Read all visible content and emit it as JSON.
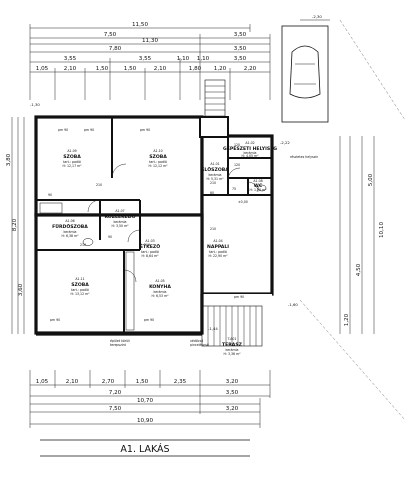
{
  "title": "A1. LAKÁS",
  "rooms": [
    {
      "num": "A1.09",
      "name": "SZOBA",
      "l1": "tart.: padló",
      "l2": "H: 12,17 m²"
    },
    {
      "num": "A1.10",
      "name": "SZOBA",
      "l1": "tart.: padló",
      "l2": "H: 12,12 m²"
    },
    {
      "num": "A1.06",
      "name": "FÜRDŐSZOBA",
      "l1": "kerámia",
      "l2": "H: 6,38 m²"
    },
    {
      "num": "A1.07",
      "name": "KÖZLEKEDŐ",
      "l1": "kerámia",
      "l2": "H: 3,50 m²"
    },
    {
      "num": "A1.11",
      "name": "SZOBA",
      "l1": "tart.: padló",
      "l2": "H: 13,12 m²"
    },
    {
      "num": "A1.03",
      "name": "ÉTKEZŐ",
      "l1": "tart.: padló",
      "l2": "H: 8,64 m²"
    },
    {
      "num": "A1.04",
      "name": "NAPPALI",
      "l1": "tart.: padló",
      "l2": "H: 22,90 m²"
    },
    {
      "num": "A1.05",
      "name": "KONYHA",
      "l1": "kerámia",
      "l2": "H: 6,53 m²"
    },
    {
      "num": "A1.01",
      "name": "ELŐSZOBA",
      "l1": "kerámia",
      "l2": "H: 5,31 m²"
    },
    {
      "num": "A1.02",
      "name": "GÉPÉSZETI HELYISÉG",
      "l1": "kerámia",
      "l2": "H: 4,05 m²"
    },
    {
      "num": "A1.08",
      "name": "WC",
      "l1": "kerámia",
      "l2": "H: 1,26 m²"
    },
    {
      "num": "T.A01",
      "name": "TERASZ",
      "l1": "kerámia",
      "l2": "H: 3,36 m²"
    }
  ],
  "top_dims": {
    "row1": [
      "11,50"
    ],
    "row2": [
      "7,50",
      "3,50"
    ],
    "row3": [
      "11,30"
    ],
    "row4": [
      "7,80",
      "3,50"
    ],
    "row5": [
      "3,55",
      "3,55",
      "1,10",
      "1,10",
      "3,50"
    ],
    "row6": [
      "1,05",
      "2,10",
      "1,50",
      "1,50",
      "2,10",
      "1,80",
      "1,20",
      "2,20"
    ]
  },
  "bottom_dims": {
    "row1": [
      "1,05",
      "2,10",
      "2,70",
      "1,50",
      "2,35",
      "3,20"
    ],
    "row2": [
      "7,20",
      "3,50"
    ],
    "row3": [
      "10,70"
    ],
    "row4": [
      "7,50",
      "3,20"
    ],
    "row5": [
      "10,90"
    ]
  },
  "labels": {
    "pm90a": "pm 90",
    "pm90b": "pm 90",
    "pm90c": "pm 90",
    "pm90d": "pm 90",
    "pm90e": "pm 90",
    "pm90f": "pm 90",
    "lvl_top": "-2,30",
    "lvl_left": "-1,30",
    "lvl_right1": "-2,22",
    "lvl_right2": "-1,60",
    "lvl_terr": "-1,44",
    "lvl_wc": "±0,00",
    "note_right": "részletes helyszín",
    "note_left": "épület körüli",
    "note_left2": "terepszint",
    "note_mid": "védőcső",
    "note_mid2": "pincelépcső",
    "d210a": "210",
    "d210b": "210",
    "d210c": "210",
    "d210d": "210",
    "d210e": "210",
    "d90a": "90",
    "d90b": "90",
    "d75": "75",
    "d120a": "120",
    "d120b": "120",
    "d60": "60"
  },
  "side_dims_left": [
    "3,80",
    "8,20",
    "3,60"
  ],
  "side_dims_right": [
    "10,10",
    "5,00",
    "4,50",
    "1,20"
  ]
}
